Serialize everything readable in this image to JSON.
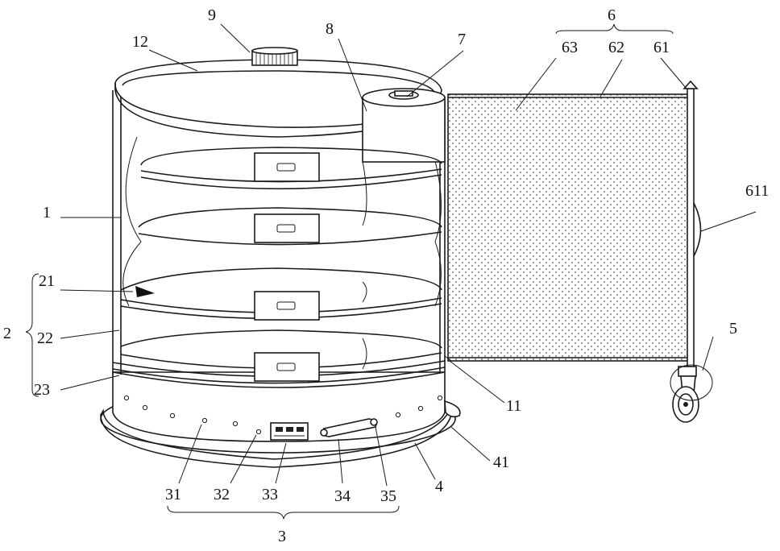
{
  "figure": {
    "labels": {
      "l1": "1",
      "l2": "2",
      "l3": "3",
      "l4": "4",
      "l5": "5",
      "l6": "6",
      "l7": "7",
      "l8": "8",
      "l9": "9",
      "l11": "11",
      "l12": "12",
      "l21": "21",
      "l22": "22",
      "l23": "23",
      "l31": "31",
      "l32": "32",
      "l33": "33",
      "l34": "34",
      "l35": "35",
      "l41": "41",
      "l61": "61",
      "l62": "62",
      "l63": "63",
      "l611": "611"
    }
  }
}
